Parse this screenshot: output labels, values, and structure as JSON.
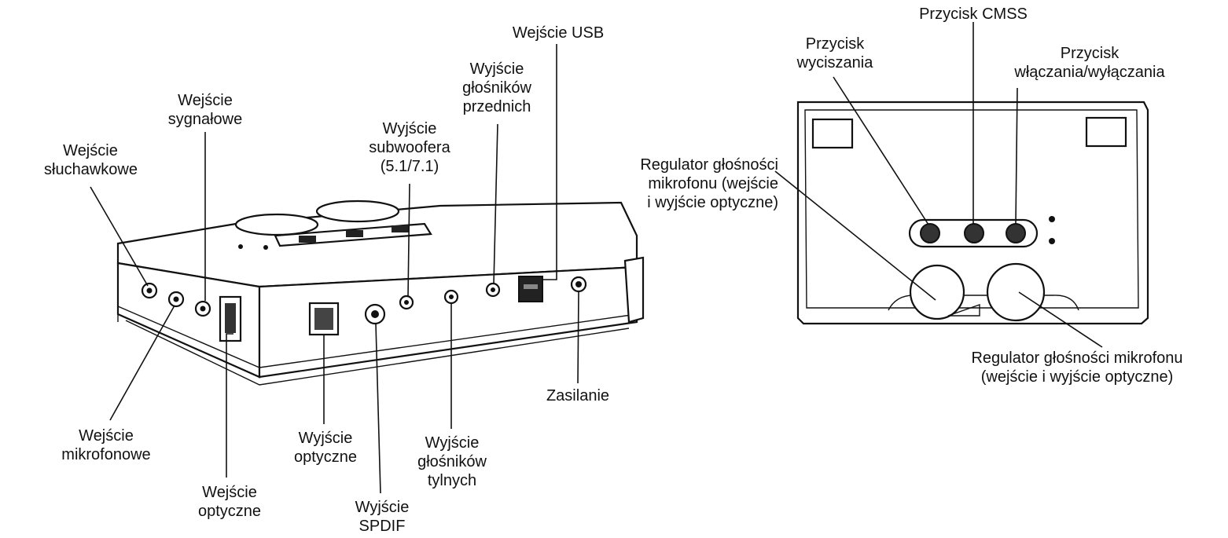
{
  "labels": {
    "headphone": [
      "Wejście",
      "słuchawkowe"
    ],
    "line_in": [
      "Wejście",
      "sygnałowe"
    ],
    "subwoofer": [
      "Wyjście",
      "subwoofera",
      "(5.1/7.1)"
    ],
    "front": [
      "Wyjście",
      "głośników",
      "przednich"
    ],
    "usb": [
      "Wejście USB"
    ],
    "mic_in": [
      "Wejście",
      "mikrofonowe"
    ],
    "optical_in": [
      "Wejście",
      "optyczne"
    ],
    "optical_out": [
      "Wyjście",
      "optyczne"
    ],
    "spdif": [
      "Wyjście",
      "SPDIF"
    ],
    "rear": [
      "Wyjście",
      "głośników",
      "tylnych"
    ],
    "power": [
      "Zasilanie"
    ],
    "cmss": [
      "Przycisk CMSS"
    ],
    "mute": [
      "Przycisk",
      "wyciszania"
    ],
    "onoff": [
      "Przycisk",
      "włączania/wyłączania"
    ],
    "mic_knob": [
      "Regulator głośności",
      "mikrofonu (wejście",
      "i wyjście optyczne)"
    ],
    "master_knob": [
      "Regulator głośności mikrofonu",
      "(wejście i wyjście optyczne)"
    ]
  }
}
